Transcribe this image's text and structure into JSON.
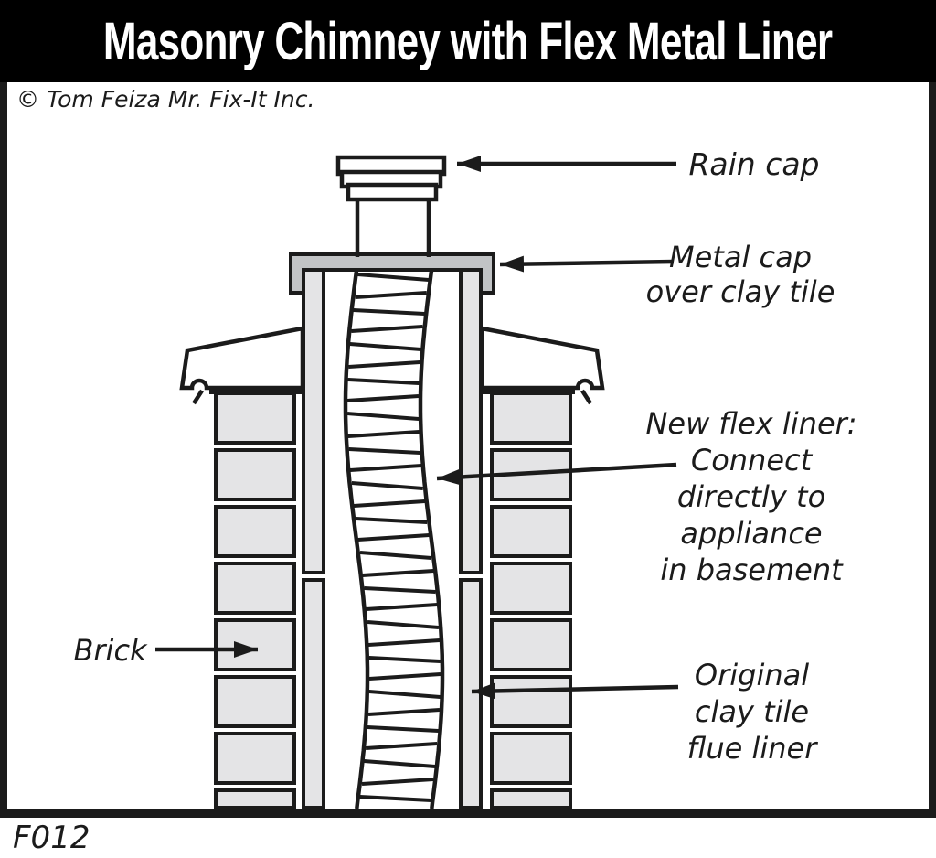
{
  "header": {
    "title": "Masonry Chimney with Flex Metal Liner"
  },
  "copyright": "© Tom Feiza Mr. Fix-It Inc.",
  "figure_id": "F012",
  "colors": {
    "ink": "#1b1b1b",
    "title_bg": "#000000",
    "title_text": "#ffffff",
    "masonry_fill": "#e4e4e6",
    "metal_cap_fill": "#c1c3c5",
    "paper": "#ffffff"
  },
  "annotations": {
    "rain_cap": {
      "lines": [
        "Rain cap"
      ]
    },
    "metal_cap": {
      "lines": [
        "Metal cap",
        "over clay tile"
      ]
    },
    "flex_liner": {
      "lines": [
        "New flex liner:",
        "Connect",
        "directly to",
        "appliance",
        "in basement"
      ]
    },
    "brick": {
      "lines": [
        "Brick"
      ]
    },
    "clay_tile": {
      "lines": [
        "Original",
        "clay tile",
        "flue liner"
      ]
    }
  }
}
